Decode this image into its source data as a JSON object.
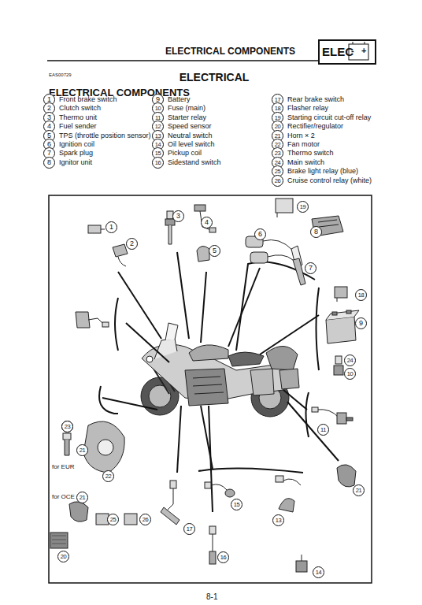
{
  "diagram": {
    "title": "ELECTRICAL",
    "nodes": [
      {
        "text": [
          "ELEC"
        ]
      }
    ],
    "edges": [],
    "labels": [
      "ELECTRICAL COMPONENTS",
      "-",
      "+",
      "EAS00729",
      "ELECTRICAL COMPONENTS",
      "1",
      "Front brake switch",
      "2",
      "Clutch switch",
      "3",
      "Thermo unit",
      "4",
      "Fuel sender",
      "5",
      "TPS (throttle position sensor)",
      "6",
      "Ignition coil",
      "7",
      "Spark plug",
      "8",
      "Ignitor unit",
      "9",
      "Battery",
      "10",
      "Fuse (main)",
      "11",
      "Starter relay",
      "12",
      "Speed sensor",
      "13",
      "Neutral switch",
      "14",
      "Oil level switch",
      "15",
      "Pickup coil",
      "16",
      "Sidestand switch",
      "17",
      "Rear brake switch",
      "18",
      "Flasher relay",
      "19",
      "Starting circuit cut-off relay",
      "20",
      "Rectifier/regulator",
      "21",
      "Horn × 2",
      "22",
      "Fan motor",
      "23",
      "Thermo switch",
      "24",
      "Main switch",
      "25",
      "Brake light relay (blue)",
      "26",
      "Cruise control relay (white)",
      "3",
      "4",
      "19",
      "1",
      "2",
      "5",
      "6",
      "8",
      "7",
      "18",
      "9",
      "24",
      "10",
      "11",
      "12",
      "23",
      "21",
      "for EUR",
      "22",
      "for OCE",
      "21",
      "25",
      "26",
      "20",
      "17",
      "15",
      "13",
      "21",
      "16",
      "14",
      "8-1"
    ]
  }
}
